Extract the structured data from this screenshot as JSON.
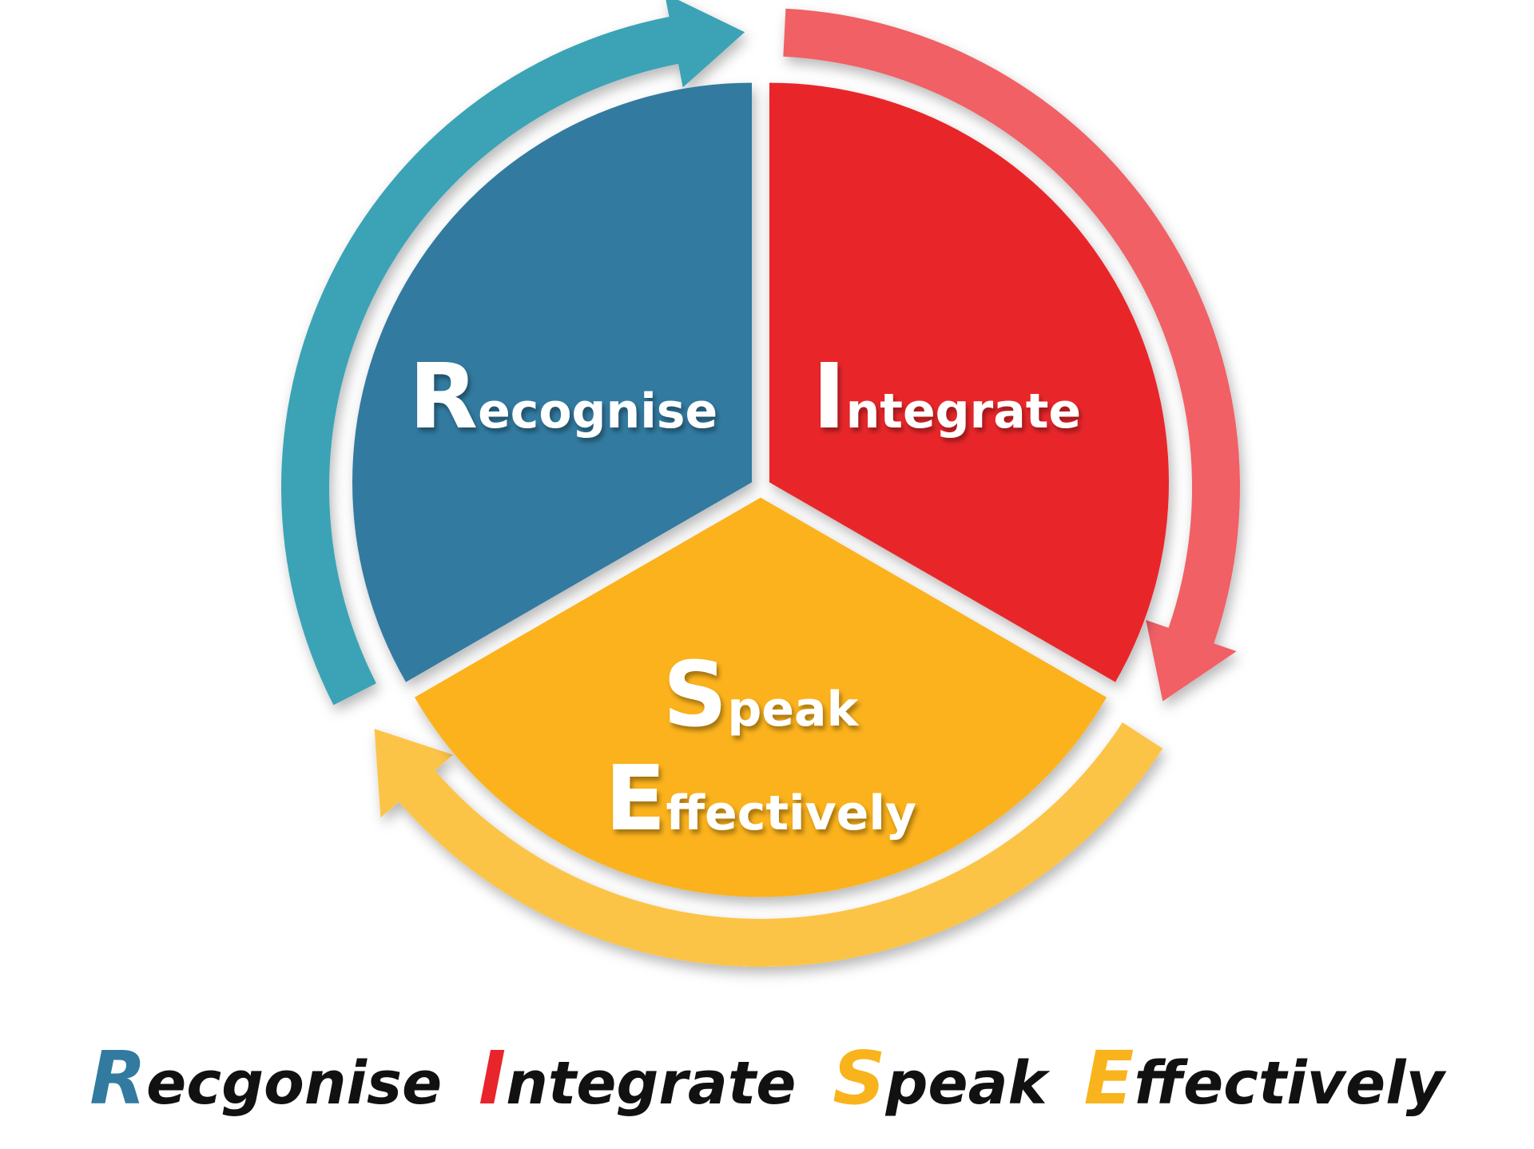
{
  "diagram": {
    "segments": [
      {
        "initial": "R",
        "rest": "ecognise",
        "color": "#327aa0",
        "arrow_color": "#3aa3b5"
      },
      {
        "initial": "I",
        "rest": "ntegrate",
        "color": "#e8252b",
        "arrow_color": "#f06065"
      },
      {
        "initial": "S",
        "rest": "peak",
        "initial2": "E",
        "rest2": "ffectively",
        "color": "#fbb21b",
        "arrow_color": "#fcc447"
      }
    ]
  },
  "caption": {
    "words": [
      {
        "initial": "R",
        "rest": "ecgonise"
      },
      {
        "initial": "I",
        "rest": "ntegrate"
      },
      {
        "initial": "S",
        "rest": "peak"
      },
      {
        "initial": "E",
        "rest": "ffectively"
      }
    ]
  }
}
